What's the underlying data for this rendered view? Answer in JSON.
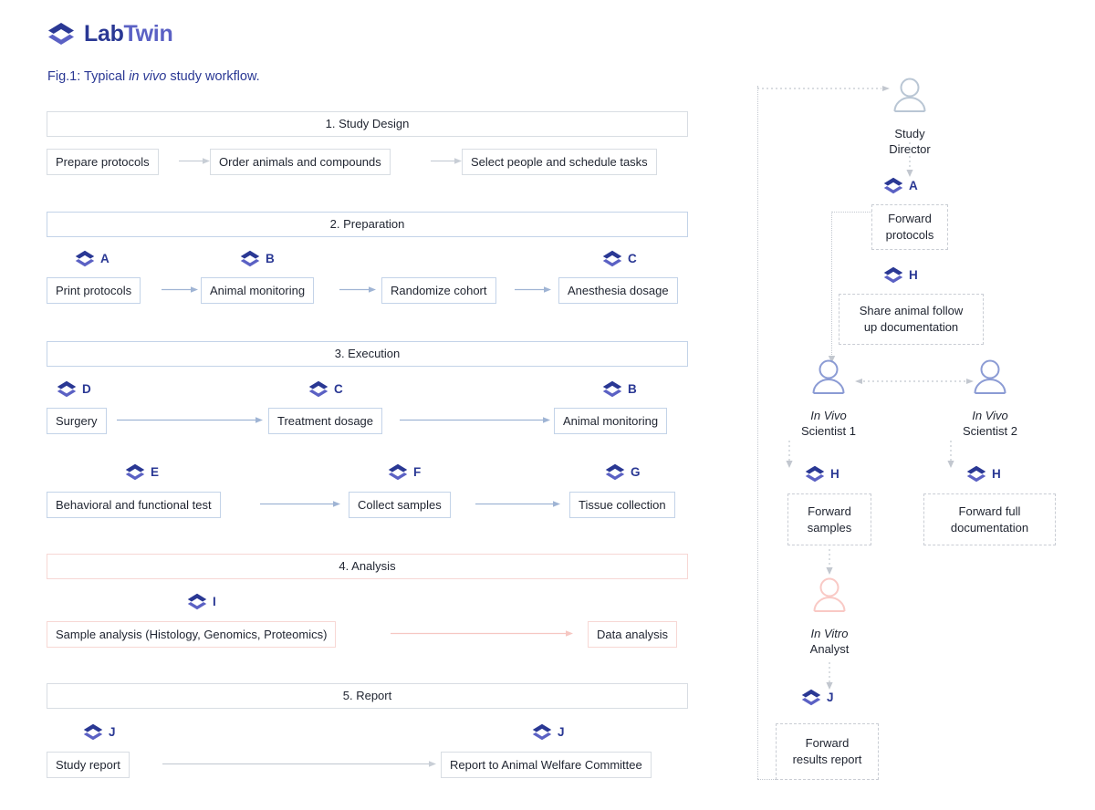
{
  "logo": {
    "part1": "Lab",
    "part2": "Twin",
    "icon": "labtwin-diamond-logo"
  },
  "caption": {
    "pre": "Fig.1: Typical ",
    "italic": "in vivo",
    "post": " study workflow."
  },
  "colors": {
    "brand_dark": "#2a3894",
    "brand_light": "#5b61c4",
    "blue_border": "#c3d3e8",
    "pink_border": "#f7d7d4",
    "grey_border": "#d8dde3",
    "dotted_grey": "#c9cdd4",
    "arrow_blue": "#9fb4d4",
    "arrow_pink": "#f6c7c2",
    "arrow_grey": "#c8ced6",
    "person_grey": "#b9c6d4",
    "person_blue": "#8b9bd4",
    "person_pink": "#f9c9c5"
  },
  "sections": [
    {
      "id": "study-design",
      "title": "1. Study Design",
      "accent": "grey",
      "rows": [
        {
          "nodes": [
            {
              "label": "Prepare protocols",
              "tag": null
            },
            {
              "label": "Order animals and compounds",
              "tag": null
            },
            {
              "label": "Select people and schedule tasks",
              "tag": null
            }
          ]
        }
      ]
    },
    {
      "id": "preparation",
      "title": "2. Preparation",
      "accent": "blue",
      "rows": [
        {
          "nodes": [
            {
              "label": "Print protocols",
              "tag": "A"
            },
            {
              "label": "Animal monitoring",
              "tag": "B"
            },
            {
              "label": "Randomize cohort",
              "tag": null
            },
            {
              "label": "Anesthesia dosage",
              "tag": "C"
            }
          ]
        }
      ]
    },
    {
      "id": "execution",
      "title": "3. Execution",
      "accent": "blue",
      "rows": [
        {
          "nodes": [
            {
              "label": "Surgery",
              "tag": "D"
            },
            {
              "label": "Treatment dosage",
              "tag": "C"
            },
            {
              "label": "Animal monitoring",
              "tag": "B"
            }
          ]
        },
        {
          "nodes": [
            {
              "label": "Behavioral and functional test",
              "tag": "E"
            },
            {
              "label": "Collect samples",
              "tag": "F"
            },
            {
              "label": "Tissue collection",
              "tag": "G"
            }
          ]
        }
      ]
    },
    {
      "id": "analysis",
      "title": "4. Analysis",
      "accent": "pink",
      "rows": [
        {
          "nodes": [
            {
              "label": "Sample analysis (Histology, Genomics, Proteomics)",
              "tag": "I"
            },
            {
              "label": "Data analysis",
              "tag": null
            }
          ]
        }
      ]
    },
    {
      "id": "report",
      "title": "5. Report",
      "accent": "grey",
      "rows": [
        {
          "nodes": [
            {
              "label": "Study report",
              "tag": "J"
            },
            {
              "label": "Report to Animal Welfare Committee",
              "tag": "J"
            }
          ]
        }
      ]
    }
  ],
  "roles": {
    "study_director": {
      "line1": "Study",
      "line2": "Director",
      "icon": "person-icon"
    },
    "scientist1": {
      "line1": "In Vivo",
      "line2": "Scientist 1",
      "icon": "person-icon"
    },
    "scientist2": {
      "line1": "In Vivo",
      "line2": "Scientist 2",
      "icon": "person-icon"
    },
    "analyst": {
      "line1": "In Vitro",
      "line2": "Analyst",
      "icon": "person-icon"
    }
  },
  "actions": {
    "forward_protocols": {
      "tag": "A",
      "line1": "Forward",
      "line2": "protocols"
    },
    "share_animal_docs": {
      "tag": "H",
      "line1": "Share animal follow",
      "line2": "up documentation"
    },
    "forward_samples": {
      "tag": "H",
      "line1": "Forward",
      "line2": "samples"
    },
    "forward_full_docs": {
      "tag": "H",
      "line1": "Forward full",
      "line2": "documentation"
    },
    "forward_results": {
      "tag": "J",
      "line1": "Forward",
      "line2": "results report"
    }
  }
}
